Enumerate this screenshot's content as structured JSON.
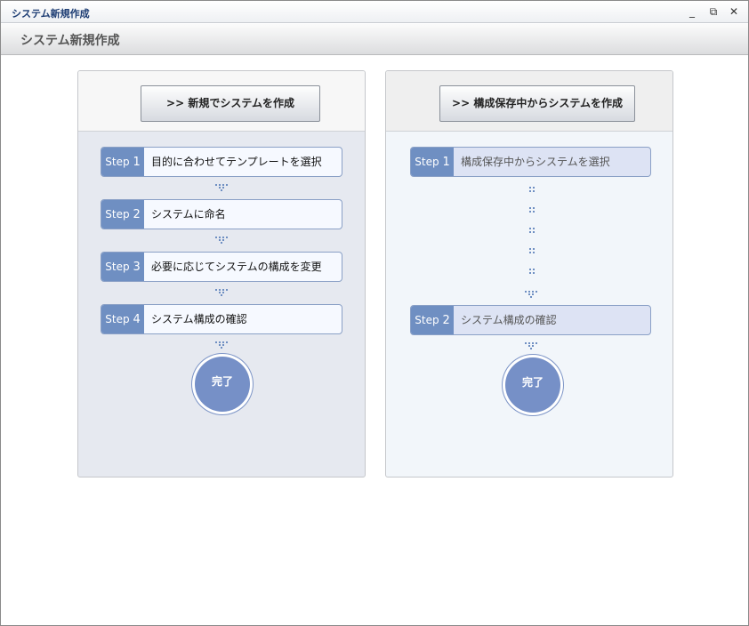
{
  "window": {
    "title": "システム新規作成",
    "controls": {
      "minimize": "_",
      "restore": "⧉",
      "close": "✕"
    }
  },
  "header": {
    "heading": "システム新規作成"
  },
  "left_panel": {
    "button_label": ">> 新規でシステムを作成",
    "steps": [
      {
        "badge": "Step",
        "num": "1",
        "text": "目的に合わせてテンプレートを選択"
      },
      {
        "badge": "Step",
        "num": "2",
        "text": "システムに命名"
      },
      {
        "badge": "Step",
        "num": "3",
        "text": "必要に応じてシステムの構成を変更"
      },
      {
        "badge": "Step",
        "num": "4",
        "text": "システム構成の確認"
      }
    ],
    "done_label": "完了"
  },
  "right_panel": {
    "button_label": ">> 構成保存中からシステムを作成",
    "steps": [
      {
        "badge": "Step",
        "num": "1",
        "text": "構成保存中からシステムを選択"
      },
      {
        "badge": "Step",
        "num": "2",
        "text": "システム構成の確認"
      }
    ],
    "done_label": "完了"
  }
}
